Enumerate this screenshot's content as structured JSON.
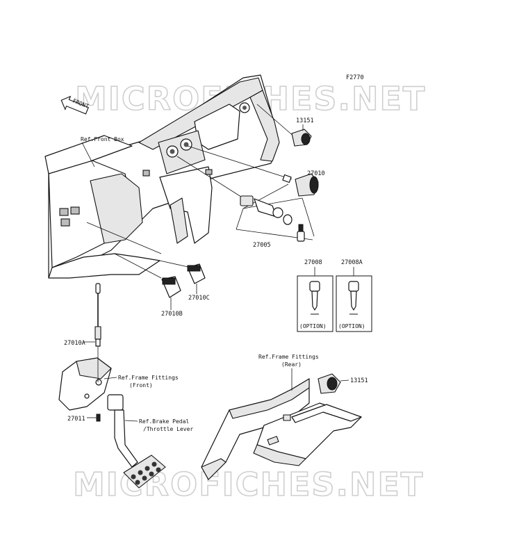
{
  "watermark": "MICROFICHES.NET",
  "figure_code": "F2770",
  "front_arrow": "FRONT",
  "refs": {
    "front_box": "Ref.Front Box",
    "frame_front_1": "Ref.Frame Fittings",
    "frame_front_2": "(Front)",
    "frame_rear_1": "Ref.Frame Fittings",
    "frame_rear_2": "(Rear)",
    "brake_1": "Ref.Brake Pedal",
    "brake_2": "/Throttle Lever"
  },
  "parts": {
    "p13151_top": "13151",
    "p27010": "27010",
    "p27005": "27005",
    "p27008": "27008",
    "p27008a": "27008A",
    "p27010c": "27010C",
    "p27010b": "27010B",
    "p27010a": "27010A",
    "p27011": "27011",
    "p13151_bottom": "13151"
  },
  "option_label": "(OPTION)"
}
